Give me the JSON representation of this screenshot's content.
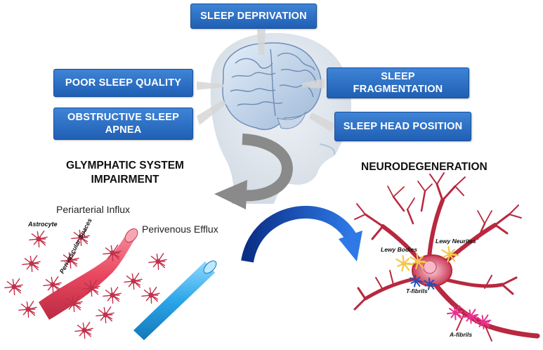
{
  "causes": {
    "sleep_deprivation": "SLEEP DEPRIVATION",
    "poor_sleep_quality": "POOR SLEEP QUALITY",
    "sleep_fragmentation_line1": "SLEEP",
    "sleep_fragmentation_line2": "FRAGMENTATION",
    "obstructive_apnea_line1": "OBSTRUCTIVE SLEEP",
    "obstructive_apnea_line2": "APNEA",
    "sleep_head_position": "SLEEP HEAD POSITION"
  },
  "glymphatic": {
    "title_line1": "GLYMPHATIC SYSTEM",
    "title_line2": "IMPAIRMENT",
    "periarterial_influx": "Periarterial Influx",
    "perivenous_efflux": "Perivenous Efflux",
    "astrocyte": "Astrocyte",
    "perivascular_spaces": "Perivascular Spaces"
  },
  "neuro": {
    "title": "NEURODEGENERATION",
    "lewy_bodies": "Lewy Bodies",
    "lewy_neurites": "Lewy Neurites",
    "t_fibrils": "T-fibrils",
    "a_fibrils": "A-fibrils"
  },
  "colors": {
    "box_blue": "#2a6cc4",
    "artery_red": "#e8475f",
    "vein_blue": "#2aa6e8",
    "neuron_red": "#b8283e",
    "arrow_blue": "#1a56c8",
    "arrow_grey": "#8a8a8a"
  }
}
